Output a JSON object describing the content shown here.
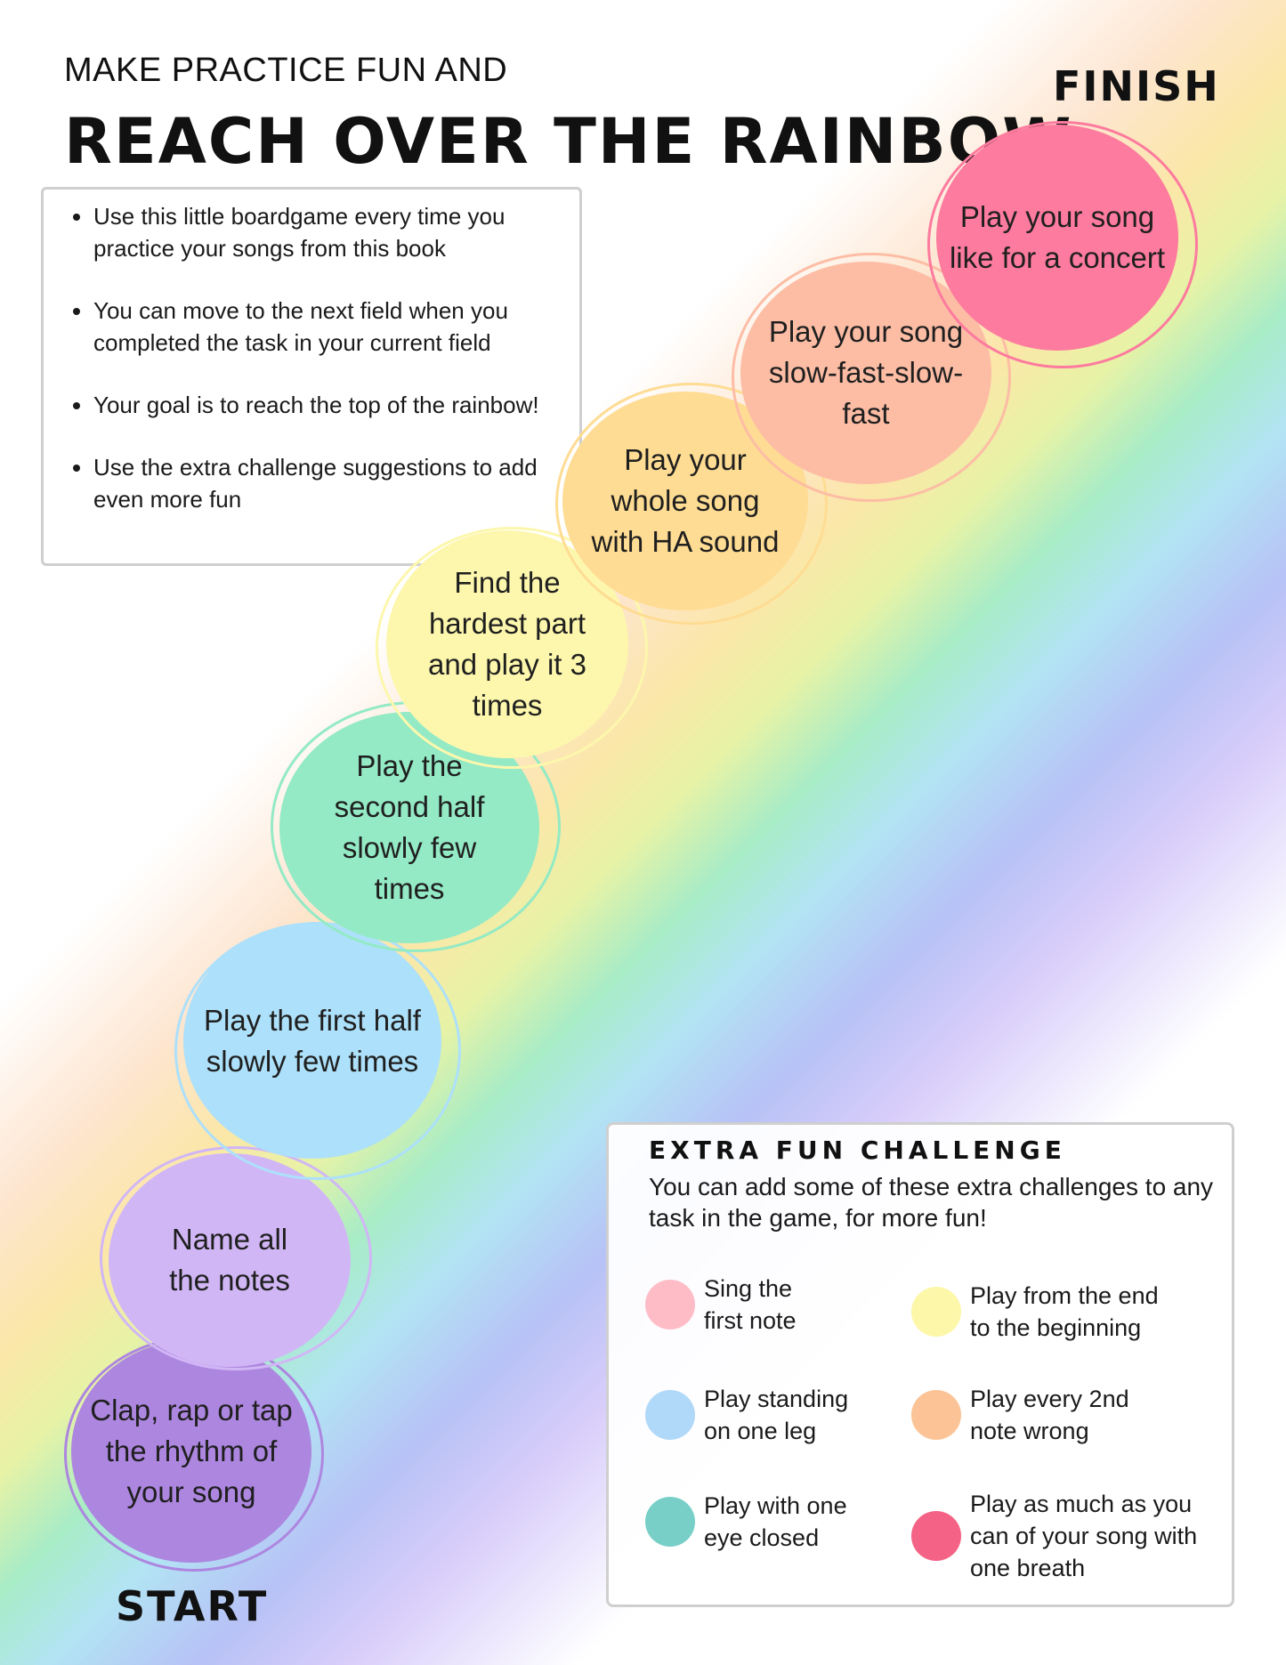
{
  "header": {
    "subtitle": "MAKE PRACTICE FUN AND",
    "title": "REACH OVER THE RAINBOW"
  },
  "labels": {
    "finish": "FINISH",
    "start": "START"
  },
  "rules": [
    "Use this little boardgame every time you practice your songs from this book",
    "You can move to the next field when you completed the task in your current field",
    "Your goal is to reach the top of the rainbow!",
    "Use the extra challenge suggestions to add even more fun"
  ],
  "steps": [
    {
      "text": "Clap, rap or tap the rhythm of your song",
      "color": "#ad86e0"
    },
    {
      "text": "Name all the notes",
      "color": "#d1b6f6"
    },
    {
      "text": "Play the first half slowly few times",
      "color": "#ade0fa"
    },
    {
      "text": "Play the second half slowly few times",
      "color": "#93eac5"
    },
    {
      "text": "Find the hardest part and play it 3 times",
      "color": "#fdf7ad"
    },
    {
      "text": "Play your whole song with HA sound",
      "color": "#fedc93"
    },
    {
      "text": "Play your song slow-fast-slow-fast",
      "color": "#fdbda5"
    },
    {
      "text": "Play your song like for a concert",
      "color": "#fd7b9e"
    }
  ],
  "challenge": {
    "title": "EXTRA FUN CHALLENGE",
    "description": "You can add some of these extra challenges to any task in the game, for more fun!",
    "items": [
      {
        "text": "Sing the first note",
        "color": "#fdbcc6"
      },
      {
        "text": "Play from the end to the beginning",
        "color": "#fcf7a9"
      },
      {
        "text": "Play standing on one leg",
        "color": "#b0d9f9"
      },
      {
        "text": "Play every 2nd note wrong",
        "color": "#fcc496"
      },
      {
        "text": "Play with one eye closed",
        "color": "#78cfc8"
      },
      {
        "text": "Play as much as you can of your song with one breath",
        "color": "#f46286"
      }
    ]
  }
}
